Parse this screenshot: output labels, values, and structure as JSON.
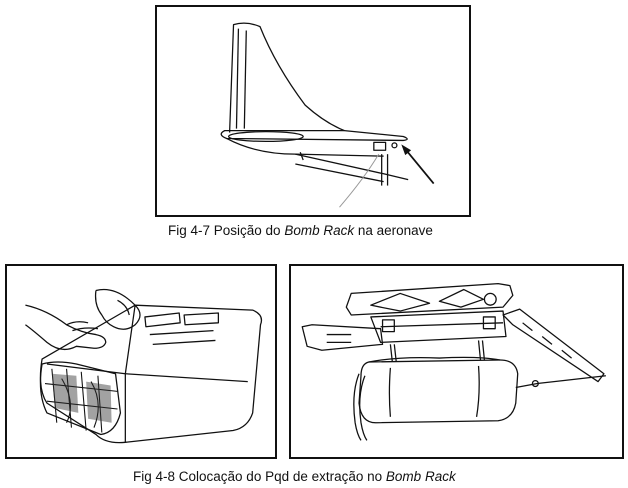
{
  "figures": [
    {
      "id": "fig-4-7",
      "illustration": "aircraft-tail-with-bomb-rack-arrow",
      "caption": {
        "prefix": "Fig 4-7  Posição do ",
        "italic": "Bomb Rack",
        "suffix": " na aeronave"
      }
    },
    {
      "id": "fig-4-8",
      "illustrations": [
        "hands-securing-extraction-parachute-pack",
        "bomb-rack-with-extraction-parachute"
      ],
      "caption": {
        "prefix": "Fig 4-8  Colocação do Pqd de extração no ",
        "italic": "Bomb Rack",
        "suffix": ""
      }
    }
  ]
}
